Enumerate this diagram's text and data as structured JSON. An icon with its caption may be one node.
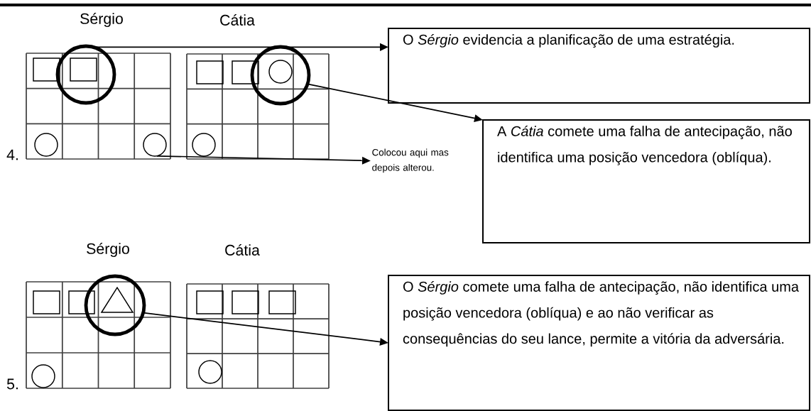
{
  "diagram": {
    "nodes": [
      {
        "text": [],
        "shape": "circle"
      },
      {
        "text": [],
        "shape": "circle"
      },
      {
        "text": [],
        "shape": "circle"
      },
      {
        "text": [
          "O *Sérgio* evidencia a planificação de uma estratégia."
        ]
      },
      {
        "text": [
          "Colocou aqui mas depois alterou."
        ]
      },
      {
        "text": [
          "A *Cátia* comete uma falha de antecipação, não identifica uma posição vencedora (oblíqua)."
        ]
      },
      {
        "text": [],
        "shape": "circle"
      },
      {
        "text": [
          "O *Sérgio* comete uma falha de antecipação, não identifica uma posição vencedora (oblíqua) e ao não verificar as consequências do seu lance, permite a vitória da adversária."
        ]
      }
    ],
    "edges": [
      {
        "from": 0,
        "to": 3,
        "arrow": "to"
      },
      {
        "from": 1,
        "to": 5,
        "arrow": "to"
      },
      {
        "from": 2,
        "to": 4,
        "arrow": "to"
      },
      {
        "from": 6,
        "to": 7,
        "arrow": "to"
      }
    ],
    "labels": [
      "Sérgio",
      "Cátia",
      "4.",
      "Sérgio",
      "Cátia",
      "5."
    ]
  }
}
